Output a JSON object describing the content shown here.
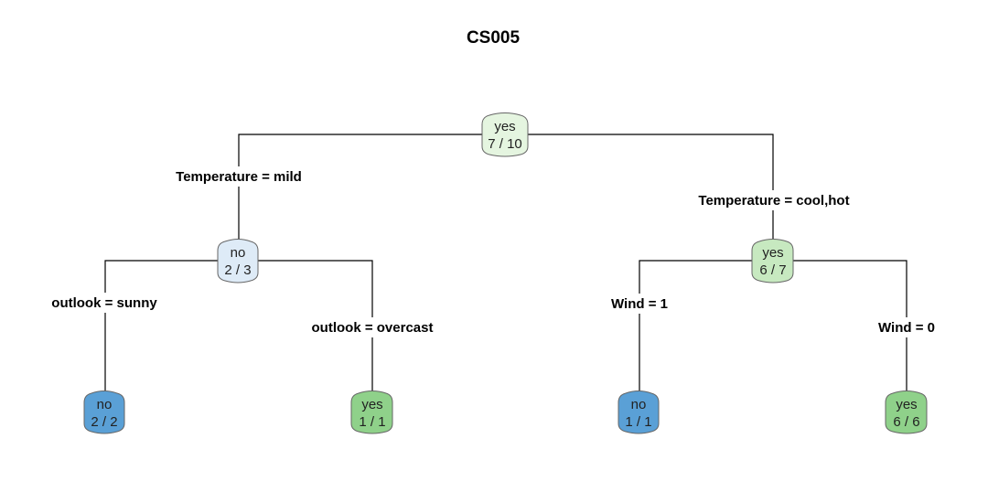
{
  "title": "CS005",
  "colors": {
    "yes_light": "#e5f5e0",
    "yes_mid": "#c7e9c0",
    "yes_strong": "#8fd18a",
    "no_light": "#deebf7",
    "no_strong": "#5aa0d6"
  },
  "tree": {
    "root": {
      "label": "yes",
      "counts": "7 / 10",
      "color": "yes_light"
    },
    "left": {
      "split": "Temperature = mild",
      "node": {
        "label": "no",
        "counts": "2 / 3",
        "color": "no_light"
      },
      "left": {
        "split": "outlook = sunny",
        "node": {
          "label": "no",
          "counts": "2 / 2",
          "color": "no_strong"
        }
      },
      "right": {
        "split": "outlook = overcast",
        "node": {
          "label": "yes",
          "counts": "1 / 1",
          "color": "yes_strong"
        }
      }
    },
    "right": {
      "split": "Temperature = cool,hot",
      "node": {
        "label": "yes",
        "counts": "6 / 7",
        "color": "yes_mid"
      },
      "left": {
        "split": "Wind = 1",
        "node": {
          "label": "no",
          "counts": "1 / 1",
          "color": "no_strong"
        }
      },
      "right": {
        "split": "Wind = 0",
        "node": {
          "label": "yes",
          "counts": "6 / 6",
          "color": "yes_strong"
        }
      }
    }
  }
}
